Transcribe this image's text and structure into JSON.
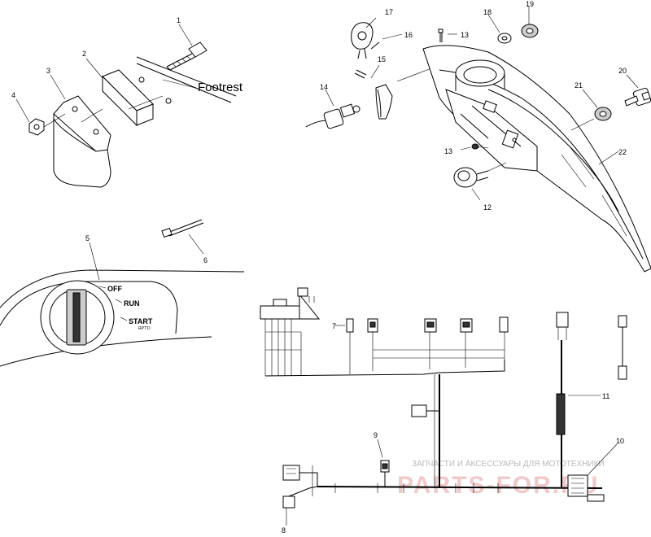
{
  "callouts": {
    "c1": "1",
    "c2": "2",
    "c3": "3",
    "c4": "4",
    "c5": "5",
    "c6": "6",
    "c7": "7",
    "c8": "8",
    "c9": "9",
    "c10": "10",
    "c11": "11",
    "c12": "12",
    "c13a": "13",
    "c13b": "13",
    "c14": "14",
    "c15": "15",
    "c16": "16",
    "c17": "17",
    "c18": "18",
    "c19": "19",
    "c20": "20",
    "c21": "21",
    "c22": "22"
  },
  "footrest_label": "Footrest",
  "switch_positions": {
    "off": "OFF",
    "run": "RUN",
    "start": "START",
    "start_sub": "RPT'D"
  },
  "watermark": {
    "line1": "ЗАПЧАСТИ И АКСЕССУАРЫ ДЛЯ МОТОТЕХНИКИ",
    "line2": "PARTS-FOR.RU"
  }
}
